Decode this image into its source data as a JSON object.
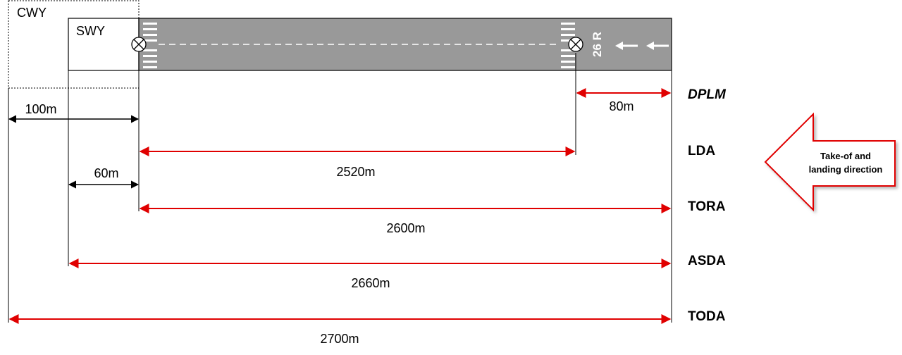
{
  "zones": {
    "clearway": "CWY",
    "stopway": "SWY"
  },
  "runway": {
    "designator": "26 R"
  },
  "dimensions": {
    "clearway_length": "100m",
    "stopway_length": "60m",
    "displacement": "80m",
    "lda": "2520m",
    "tora": "2600m",
    "asda": "2660m",
    "toda": "2700m"
  },
  "distance_labels": {
    "dplm": "DPLM",
    "lda": "LDA",
    "tora": "TORA",
    "asda": "ASDA",
    "toda": "TODA"
  },
  "direction_arrow": {
    "line1": "Take-of and",
    "line2": "landing direction"
  },
  "colors": {
    "runway": "#999999",
    "measure_red": "#e00000",
    "measure_black": "#000000",
    "arrow_border": "#e00000"
  }
}
